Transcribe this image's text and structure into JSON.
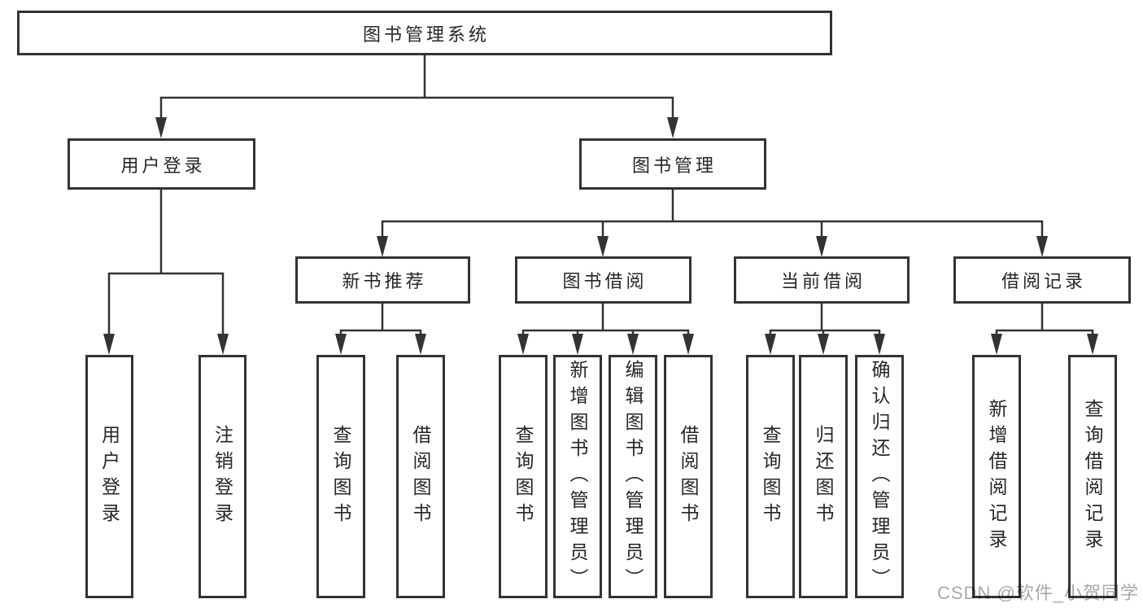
{
  "diagram": {
    "type": "hierarchy-tree",
    "root": {
      "label": "图书管理系统"
    },
    "children": [
      {
        "label": "用户登录",
        "children": [
          {
            "label": "用户登录"
          },
          {
            "label": "注销登录"
          }
        ]
      },
      {
        "label": "图书管理",
        "children": [
          {
            "label": "新书推荐",
            "children": [
              {
                "label": "查询图书"
              },
              {
                "label": "借阅图书"
              }
            ]
          },
          {
            "label": "图书借阅",
            "children": [
              {
                "label": "查询图书"
              },
              {
                "label": "新增图书（管理员）"
              },
              {
                "label": "编辑图书（管理员）"
              },
              {
                "label": "借阅图书"
              }
            ]
          },
          {
            "label": "当前借阅",
            "children": [
              {
                "label": "查询图书"
              },
              {
                "label": "归还图书"
              },
              {
                "label": "确认归还（管理员）"
              }
            ]
          },
          {
            "label": "借阅记录",
            "children": [
              {
                "label": "新增借阅记录"
              },
              {
                "label": "查询借阅记录"
              }
            ]
          }
        ]
      }
    ]
  },
  "colors": {
    "line": "#333333",
    "box_border": "#333333",
    "text": "#262626",
    "background": "#ffffff",
    "watermark": "#9e9e9e"
  },
  "watermark": {
    "text": "CSDN @软件_小贺同学"
  }
}
